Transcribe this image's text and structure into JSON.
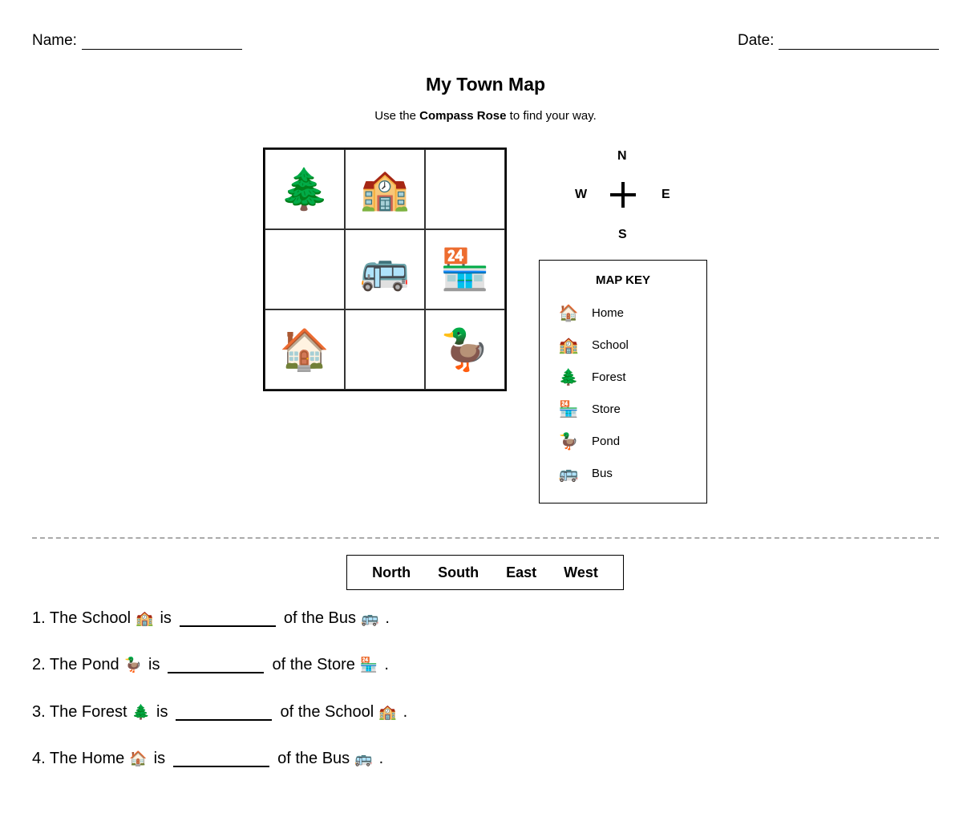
{
  "header": {
    "name_label": "Name:",
    "date_label": "Date:"
  },
  "title": "My Town Map",
  "subtitle": {
    "before": "Use the ",
    "bold": "Compass Rose",
    "after": " to find your way."
  },
  "grid": [
    [
      "🌲",
      "🏫",
      ""
    ],
    [
      "",
      "🚌",
      "🏪"
    ],
    [
      "🏠",
      "",
      "🦆"
    ]
  ],
  "compass": {
    "north": "N",
    "south": "S",
    "east": "E",
    "west": "W"
  },
  "map_key": {
    "title": "MAP KEY",
    "items": [
      {
        "icon": "🏠",
        "label": "Home"
      },
      {
        "icon": "🏫",
        "label": "School"
      },
      {
        "icon": "🌲",
        "label": "Forest"
      },
      {
        "icon": "🏪",
        "label": "Store"
      },
      {
        "icon": "🦆",
        "label": "Pond"
      },
      {
        "icon": "🚌",
        "label": "Bus"
      }
    ]
  },
  "word_bank": [
    "North",
    "South",
    "East",
    "West"
  ],
  "questions": [
    {
      "prefix": "1. The School",
      "icon1": "🏫",
      "is": "is",
      "middle": "of the Bus",
      "icon2": "🚌",
      "end": "."
    },
    {
      "prefix": "2. The Pond",
      "icon1": "🦆",
      "is": "is",
      "middle": "of the Store",
      "icon2": "🏪",
      "end": "."
    },
    {
      "prefix": "3. The Forest",
      "icon1": "🌲",
      "is": "is",
      "middle": "of the School",
      "icon2": "🏫",
      "end": "."
    },
    {
      "prefix": "4. The Home",
      "icon1": "🏠",
      "is": "is",
      "middle": "of the Bus",
      "icon2": "🚌",
      "end": "."
    }
  ]
}
